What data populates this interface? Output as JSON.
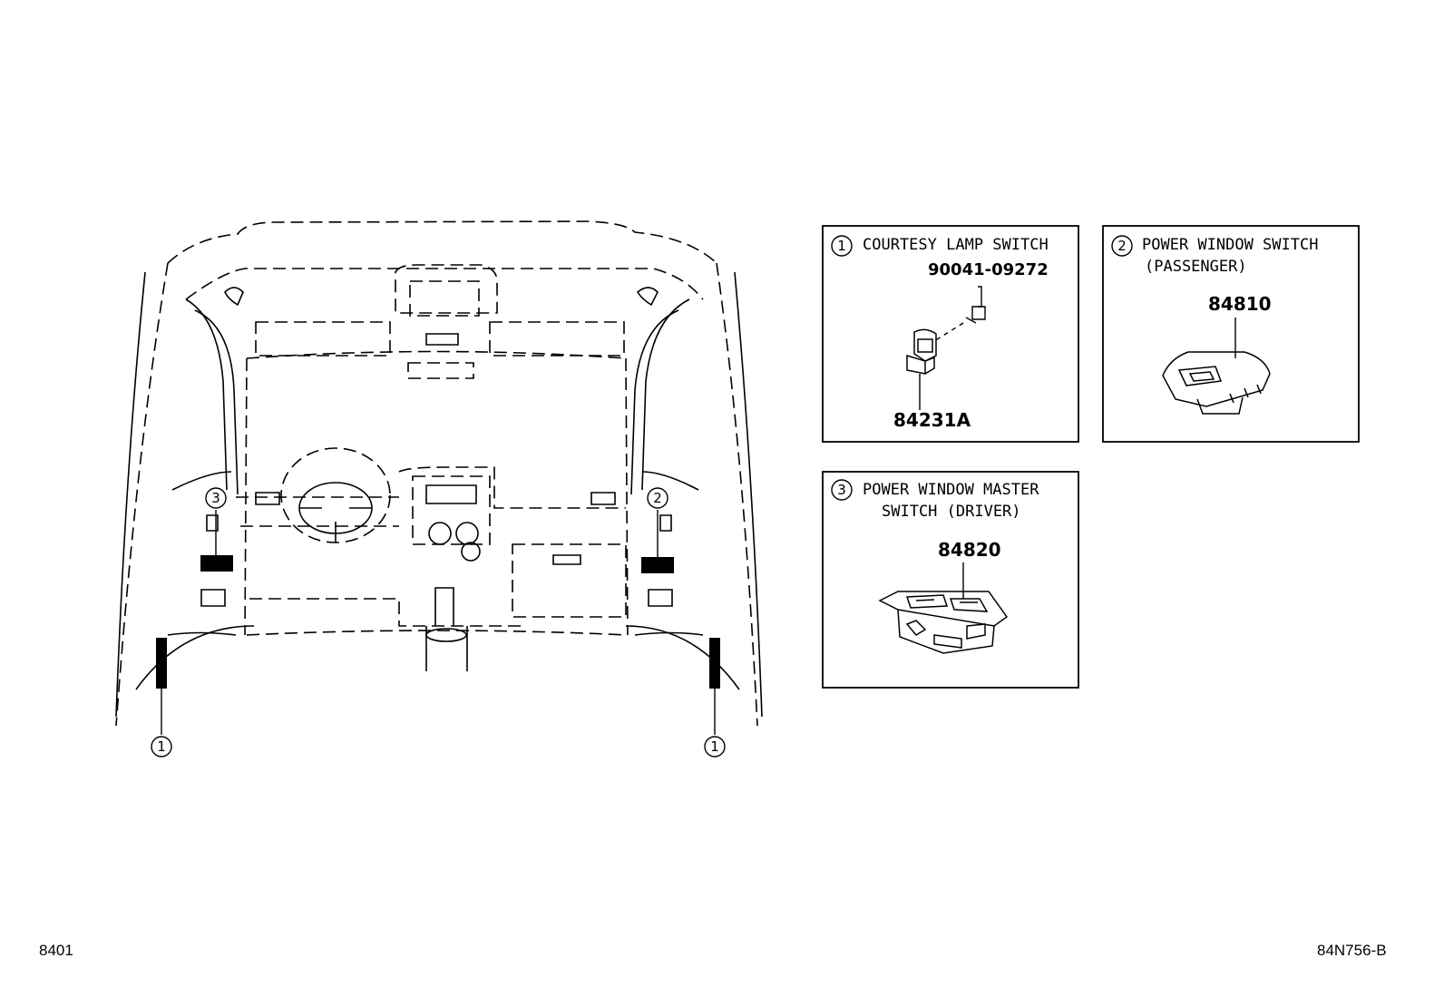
{
  "footer": {
    "left": "8401",
    "right": "84N756-B"
  },
  "callouts": {
    "one": "1",
    "two": "2",
    "three": "3"
  },
  "boxes": {
    "courtesy": {
      "title": "COURTESY LAMP SWITCH",
      "screw_part": "90041-09272",
      "part": "84231A"
    },
    "passenger": {
      "title_line1": "POWER WINDOW SWITCH",
      "title_line2": "(PASSENGER)",
      "part": "84810"
    },
    "driver": {
      "title_line1": "POWER WINDOW MASTER",
      "title_line2": "SWITCH (DRIVER)",
      "part": "84820"
    }
  },
  "icons": {
    "circled_number": "circled-number-icon",
    "switch_marker": "switch-location-marker-icon"
  }
}
